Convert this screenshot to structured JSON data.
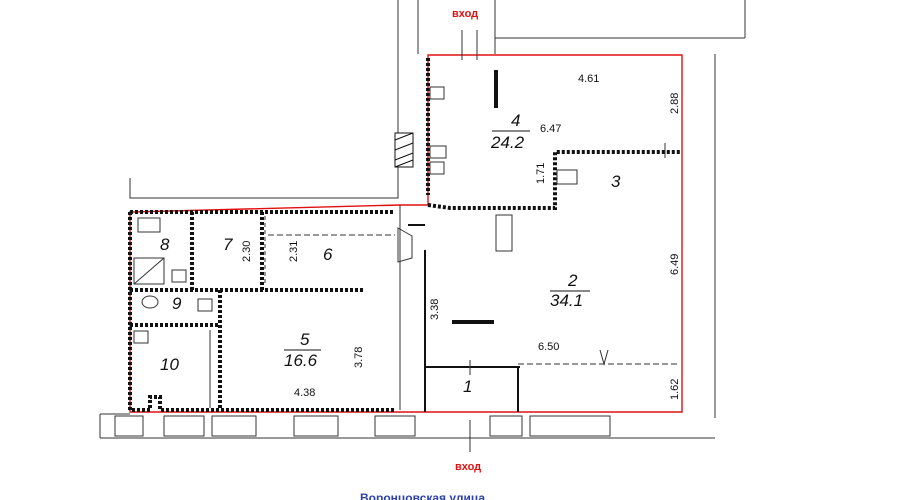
{
  "entrances": {
    "top_label": "вход",
    "bottom_label": "вход"
  },
  "street": "Воронцовская улица",
  "rooms": [
    {
      "id": "r1",
      "number": "1"
    },
    {
      "id": "r2",
      "number": "2",
      "area": "34.1"
    },
    {
      "id": "r3",
      "number": "3"
    },
    {
      "id": "r4",
      "number": "4",
      "area": "24.2"
    },
    {
      "id": "r5",
      "number": "5",
      "area": "16.6"
    },
    {
      "id": "r6",
      "number": "6"
    },
    {
      "id": "r7",
      "number": "7"
    },
    {
      "id": "r8",
      "number": "8"
    },
    {
      "id": "r9",
      "number": "9"
    },
    {
      "id": "r10",
      "number": "10"
    }
  ],
  "dimensions": {
    "d461": "4.61",
    "d288": "2.88",
    "d647": "6.47",
    "d171": "1.71",
    "d649": "6.49",
    "d338": "3.38",
    "d650": "6.50",
    "d162": "1.62",
    "d231": "2.31",
    "d230": "2.30",
    "d378": "3.78",
    "d438": "4.38"
  }
}
